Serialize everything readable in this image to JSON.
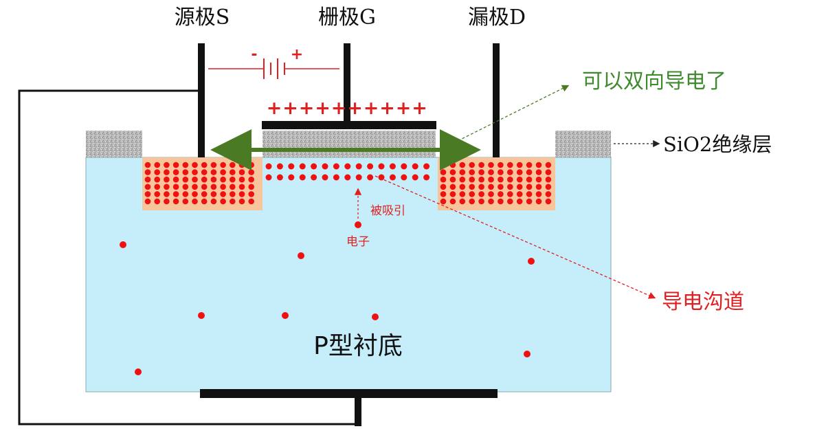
{
  "labels": {
    "source": "源极S",
    "gate": "栅极G",
    "drain": "漏极D",
    "bidirectional": "可以双向导电了",
    "insulator": "SiO2绝缘层",
    "attracted": "被吸引",
    "electron": "电子",
    "channel": "导电沟道",
    "substrate": "P型衬底"
  },
  "battery": {
    "negative": "-",
    "positive": "+"
  },
  "gate_charge_symbols": [
    "+",
    "+",
    "+",
    "+",
    "+",
    "+",
    "+",
    "+",
    "+",
    "+"
  ],
  "colors": {
    "substrate": "#c6eefa",
    "n_region": "#f7c49c",
    "insulator": "#b9b9b9",
    "electron": "#ee1111",
    "conductor": "#111111",
    "green_arrow": "#4a7a24",
    "label_green": "#3f8a2c",
    "label_red": "#e02020"
  }
}
